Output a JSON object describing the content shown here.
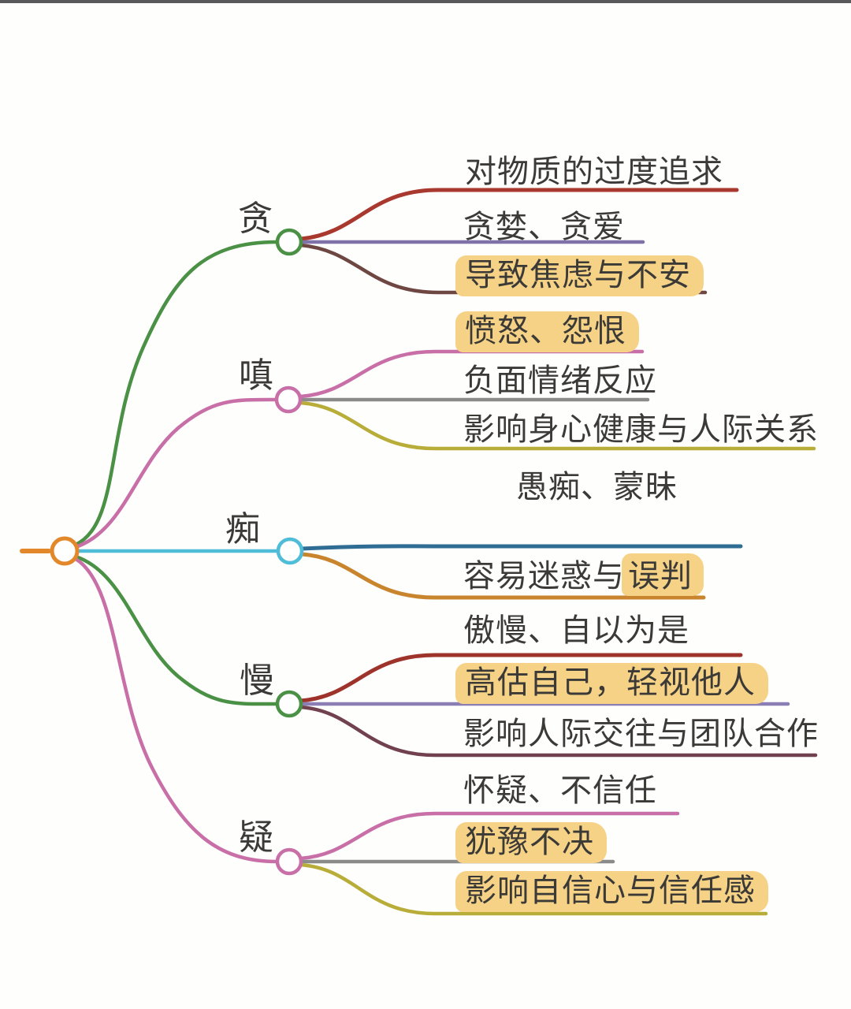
{
  "colors": {
    "background": "#fefefd",
    "top_bar": "#59595b",
    "root": "#e2882b",
    "highlight": "#f6d287",
    "text": "#3b3a37"
  },
  "branches": {
    "tan": {
      "label": "贪",
      "color": "#4a9146",
      "children": {
        "c1": {
          "text": "对物质的过度追求",
          "line_color": "#a9382e",
          "highlighted": false
        },
        "c2": {
          "text": "贪婪、贪爱",
          "line_color": "#7e72a8",
          "highlighted": false
        },
        "c3": {
          "text": "导致焦虑与不安",
          "line_color": "#6e4742",
          "highlighted": true
        }
      }
    },
    "chen": {
      "label": "嗔",
      "color": "#c96fa8",
      "children": {
        "c1": {
          "text": "愤怒、怨恨",
          "line_color": "#c96fa8",
          "highlighted": true
        },
        "c2": {
          "text": "负面情绪反应",
          "line_color": "#8b8b8b",
          "highlighted": false
        },
        "c3": {
          "text": "影响身心健康与人际关系",
          "line_color": "#b9ad39",
          "highlighted": false
        }
      }
    },
    "chi": {
      "label": "痴",
      "color": "#4fbcd8",
      "children": {
        "c1": {
          "text": "愚痴、蒙昧",
          "line_color": "#2f6d94",
          "highlighted": false
        },
        "c2": {
          "text_plain": "容易迷惑与",
          "text_highlight": "误判",
          "line_color": "#c9852e",
          "highlighted": "partial"
        }
      }
    },
    "man": {
      "label": "慢",
      "color": "#4a9146",
      "children": {
        "c1": {
          "text": "傲慢、自以为是",
          "line_color": "#9e332b",
          "highlighted": false
        },
        "c2": {
          "text": "高估自己，轻视他人",
          "line_color": "#8a7eb5",
          "highlighted": true
        },
        "c3": {
          "text": "影响人际交往与团队合作",
          "line_color": "#72414f",
          "highlighted": false
        }
      }
    },
    "yi": {
      "label": "疑",
      "color": "#c96fa8",
      "children": {
        "c1": {
          "text": "怀疑、不信任",
          "line_color": "#c96fa8",
          "highlighted": false
        },
        "c2": {
          "text": "犹豫不决",
          "line_color": "#8b8b8b",
          "highlighted": true
        },
        "c3": {
          "text": "影响自信心与信任感",
          "line_color": "#b9ad39",
          "highlighted": true
        }
      }
    }
  }
}
